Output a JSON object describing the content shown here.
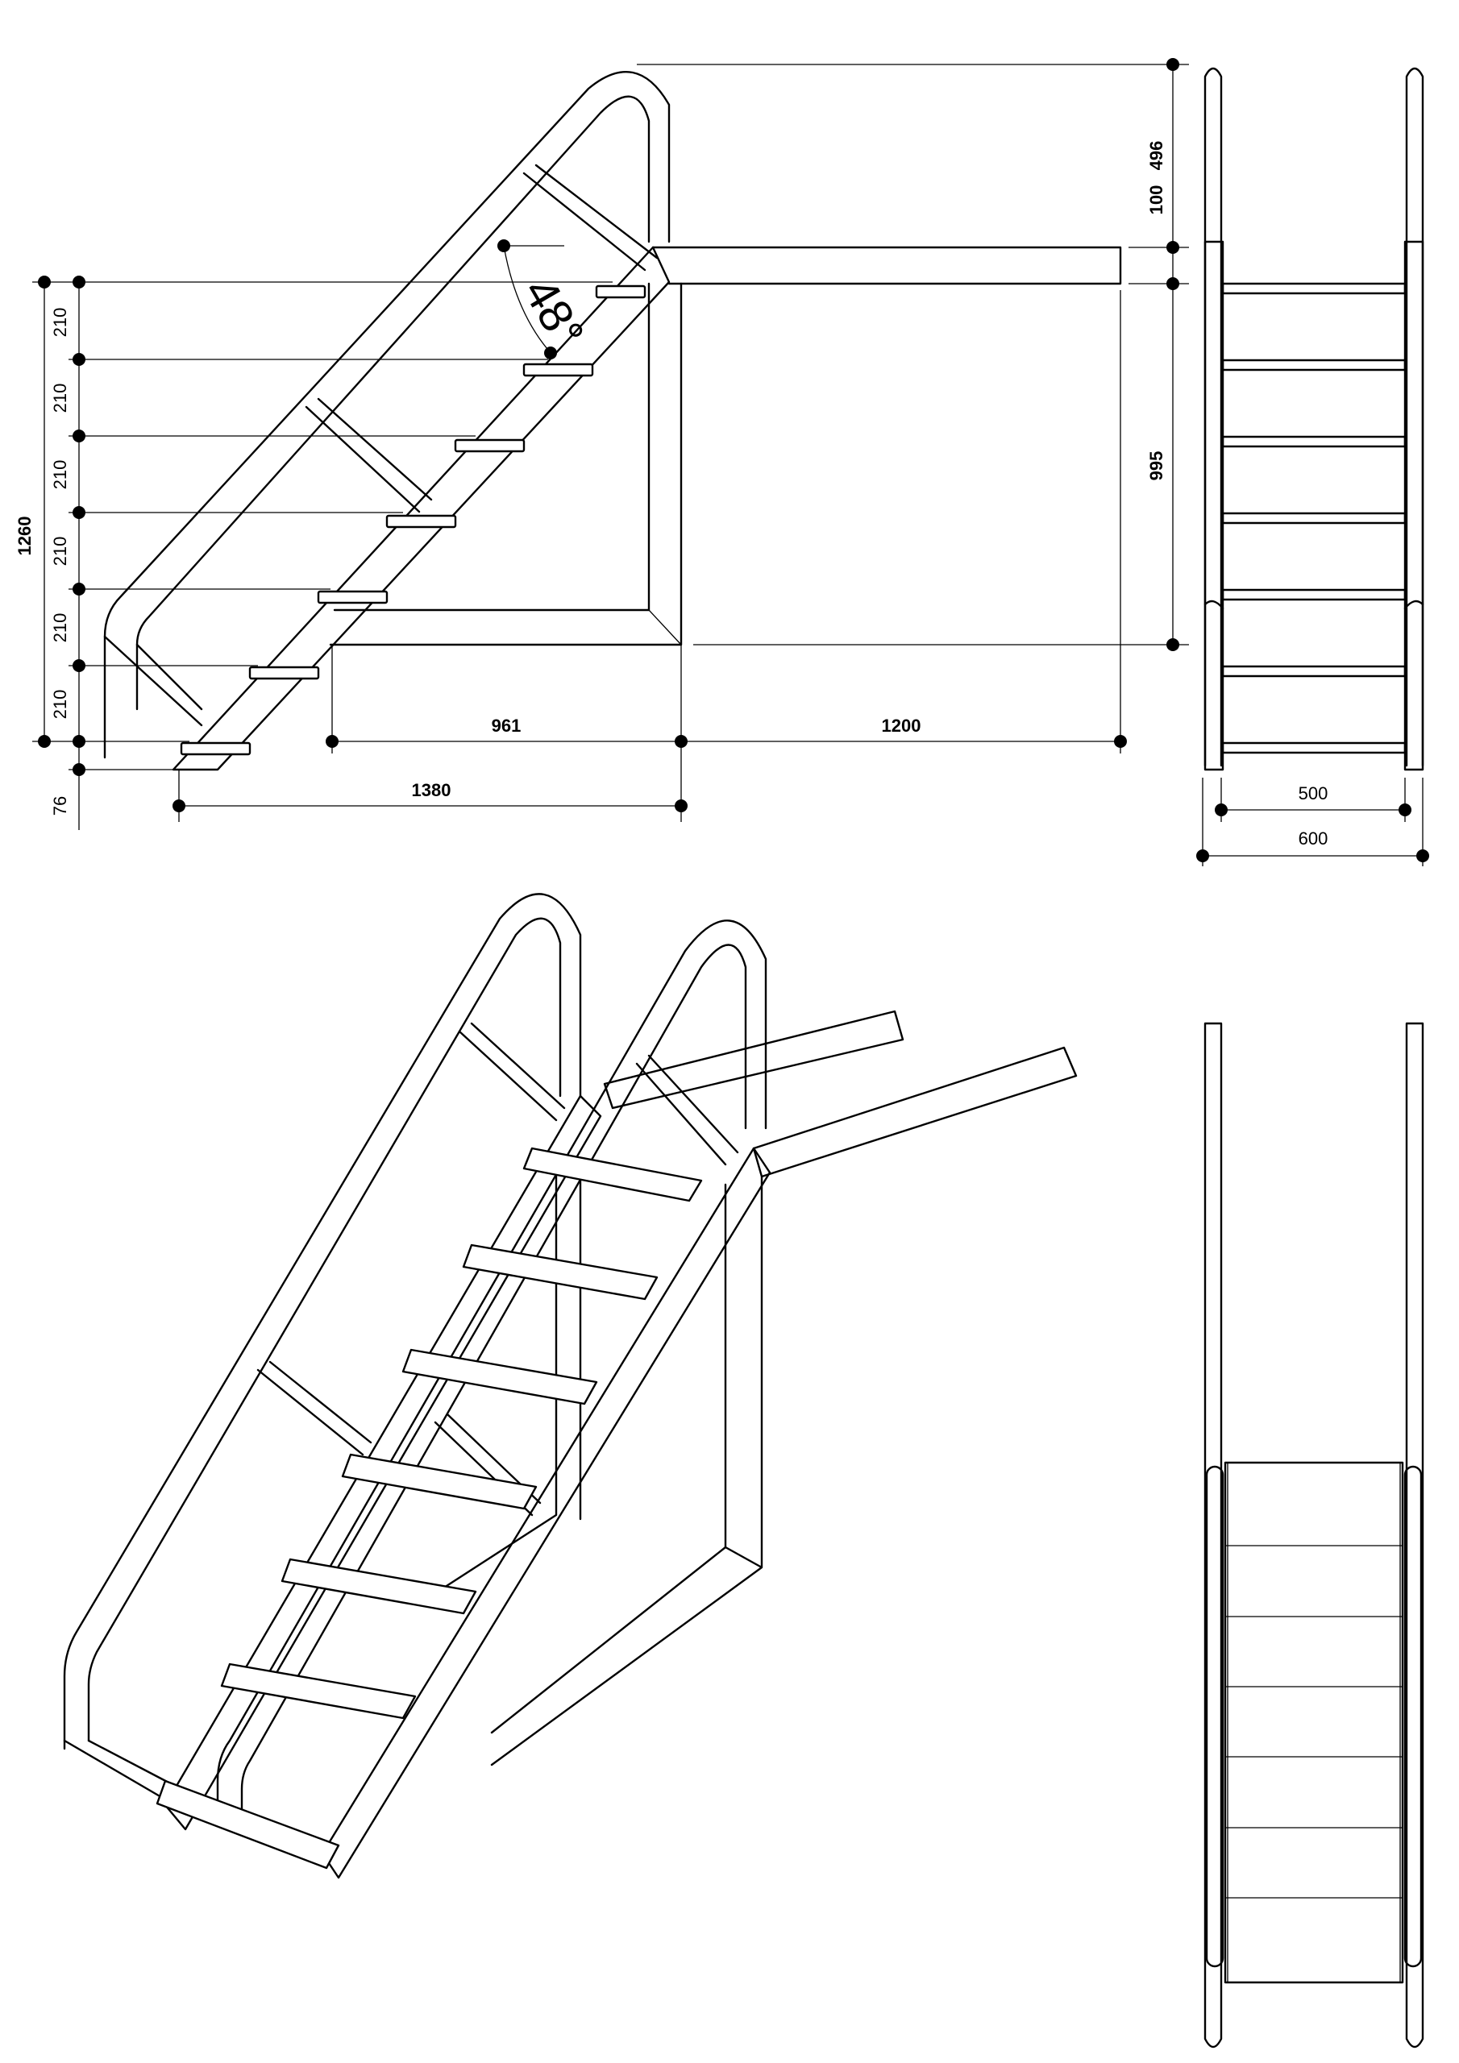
{
  "side_view": {
    "angle_label": "48°",
    "total_rise": "1260",
    "riser_labels": [
      "210",
      "210",
      "210",
      "210",
      "210",
      "210"
    ],
    "bottom_offset": "76",
    "run_1380": "1380",
    "run_961": "961",
    "platform_1200": "1200",
    "rail_100": "100",
    "rail_496": "496",
    "frame_995": "995"
  },
  "front_view": {
    "inner_width": "500",
    "outer_width": "600"
  }
}
